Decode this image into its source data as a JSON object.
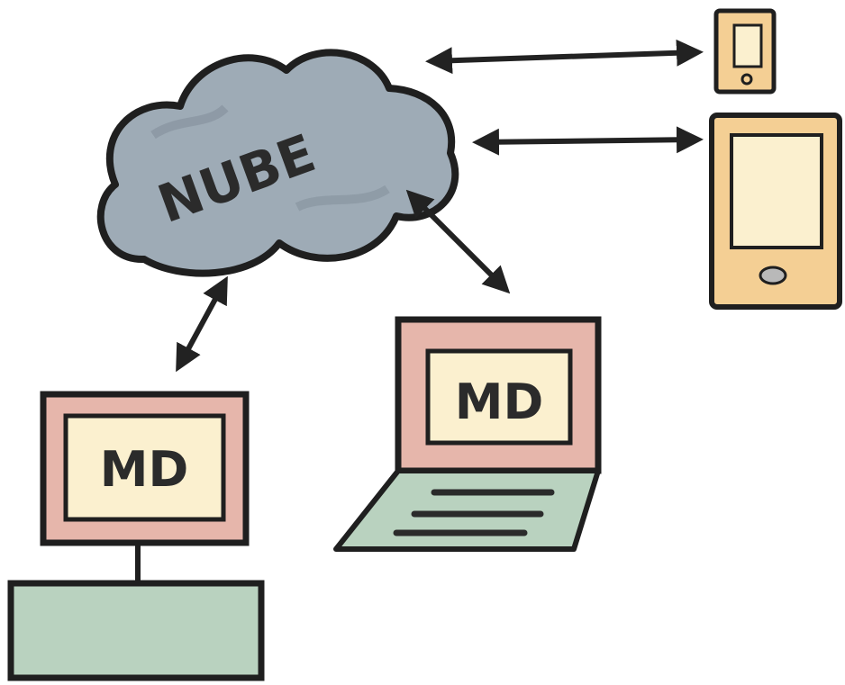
{
  "cloud": {
    "label": "NUBE",
    "fill": "#9eabb6",
    "stroke": "#1f1f1f"
  },
  "desktop": {
    "screen_label": "MD",
    "frame_fill": "#e6b6ab",
    "screen_fill": "#fbf0cf",
    "base_fill": "#b9d2bf"
  },
  "laptop": {
    "screen_label": "MD",
    "frame_fill": "#e6b6ab",
    "screen_fill": "#fbf0cf",
    "keyboard_fill": "#b9d2bf"
  },
  "phone": {
    "body_fill": "#f4cf94",
    "screen_fill": "#fbf0cf"
  },
  "tablet": {
    "body_fill": "#f4cf94",
    "screen_fill": "#fbf0cf"
  },
  "colors": {
    "line": "#1f1f1f",
    "arrow": "#222222"
  }
}
